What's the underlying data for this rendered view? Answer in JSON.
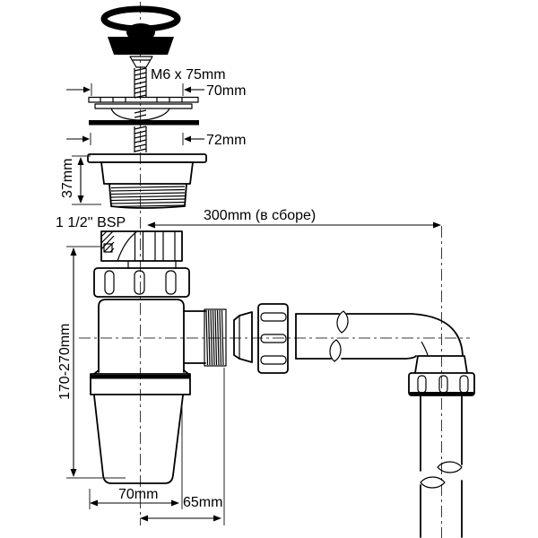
{
  "diagram": {
    "type": "technical-drawing",
    "subject": "bottle-trap-siphon-assembly",
    "labels": {
      "screw_spec": "M6 x 75mm",
      "flange_width": "70mm",
      "washer_width": "72mm",
      "strainer_height": "37mm",
      "thread_size": "1 1/2'' BSP",
      "assembly_length": "300mm (в сборе)",
      "adjustable_height": "170-270mm",
      "cup_width": "70mm",
      "outlet_offset": "65mm"
    },
    "colors": {
      "line": "#000000",
      "background": "#ffffff",
      "centerline": "#3a3a3a"
    }
  }
}
